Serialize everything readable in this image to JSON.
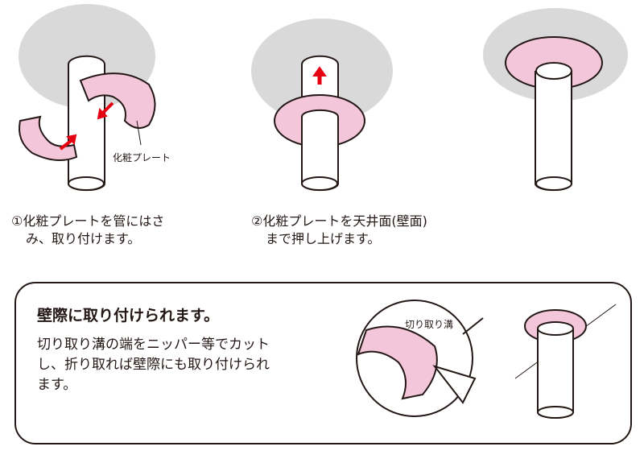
{
  "steps": [
    {
      "number": "①",
      "line1": "化粧プレートを管にはさ",
      "line2": "み、取り付けます。"
    },
    {
      "number": "②",
      "line1": "化粧プレートを天井面(壁面)",
      "line2": "まで押し上げます。"
    }
  ],
  "labels": {
    "plate": "化粧プレート",
    "groove": "切り取り溝"
  },
  "note": {
    "title": "壁際に取り付けられます。",
    "body": [
      "切り取り溝の端をニッパー等でカット",
      "し、折り取れば壁際にも取り付けられ",
      "ます。"
    ]
  },
  "colors": {
    "ceiling": "#d9d9da",
    "plate": "#f3c6d9",
    "arrow": "#e60012",
    "line": "#231815"
  }
}
